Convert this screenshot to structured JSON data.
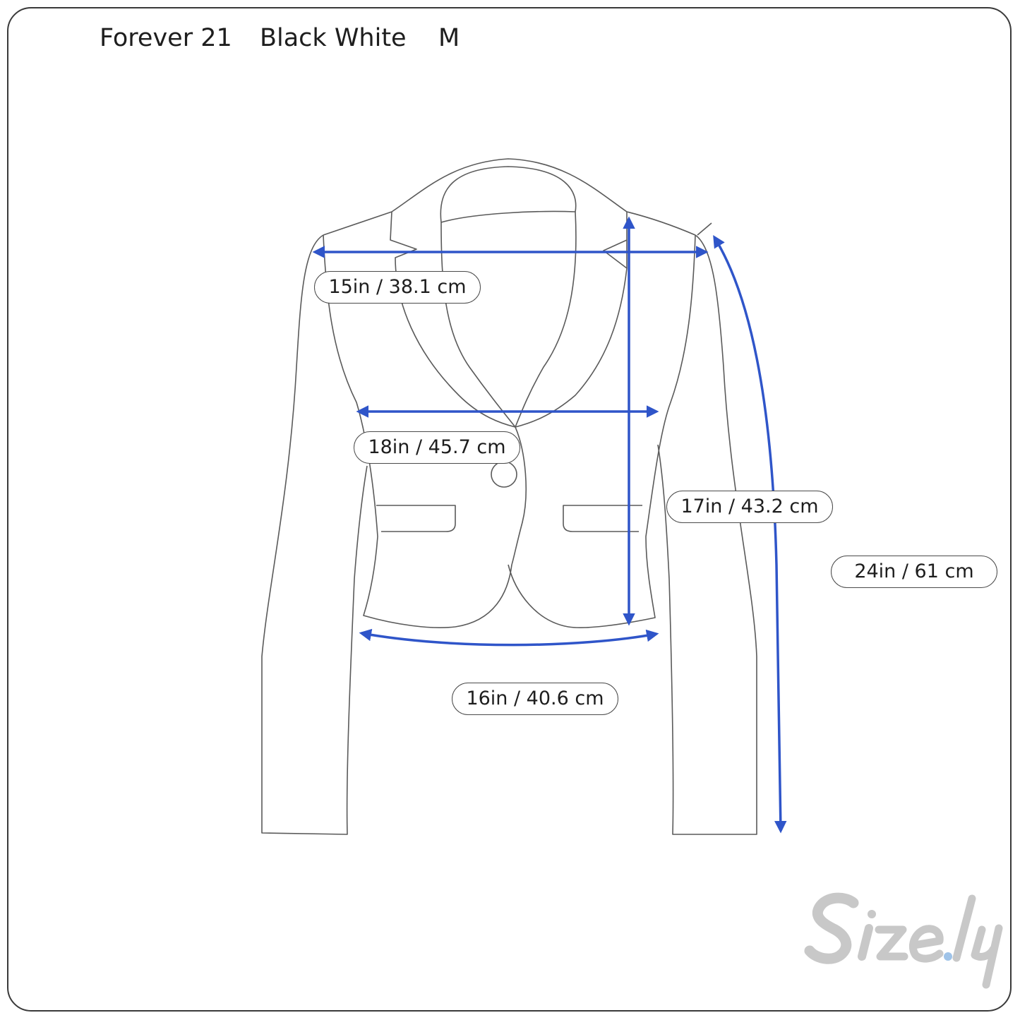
{
  "header": {
    "brand": "Forever 21",
    "color": "Black White",
    "size": "M"
  },
  "measurements": {
    "shoulder": "15in / 38.1 cm",
    "chest": "18in / 45.7 cm",
    "length": "17in / 43.2 cm",
    "sleeve": "24in / 61 cm",
    "waist": "16in / 40.6 cm"
  },
  "logo": {
    "text": "Size.ly",
    "main_color": "#c8c8c8",
    "dot_color": "#9fc3e8"
  },
  "colors": {
    "outline": "#5a5a5a",
    "arrow": "#2f55c9",
    "border": "#3a3a3a"
  }
}
